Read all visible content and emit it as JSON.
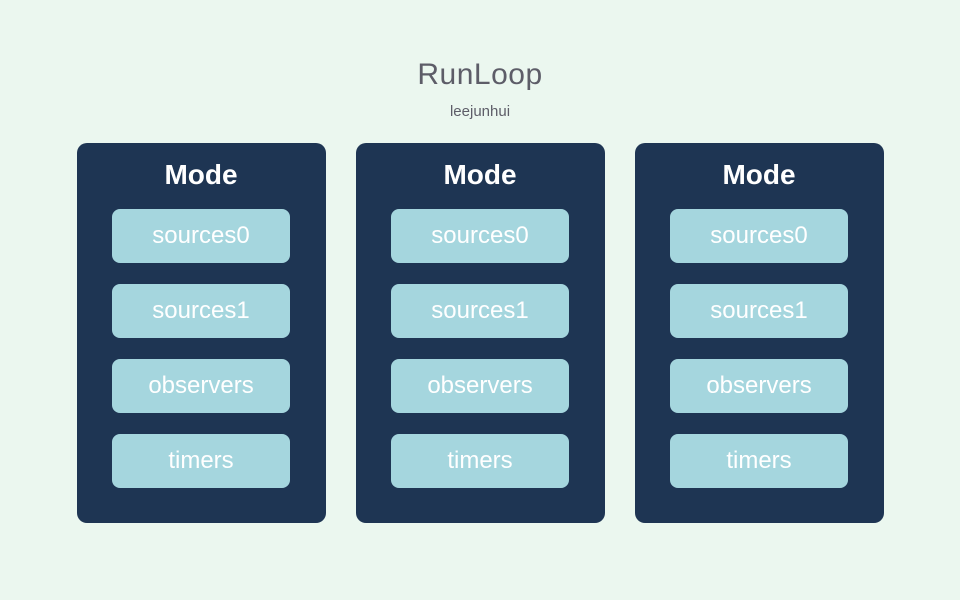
{
  "page": {
    "title": "RunLoop",
    "subtitle": "leejunhui",
    "background_color": "#ebf7ef"
  },
  "colors": {
    "card_background": "#1e3553",
    "item_background": "#a5d6de",
    "title_text": "#5d5d68",
    "card_title_text": "#ffffff",
    "item_text": "#ffffff"
  },
  "cards": [
    {
      "title": "Mode",
      "items": [
        "sources0",
        "sources1",
        "observers",
        "timers"
      ]
    },
    {
      "title": "Mode",
      "items": [
        "sources0",
        "sources1",
        "observers",
        "timers"
      ]
    },
    {
      "title": "Mode",
      "items": [
        "sources0",
        "sources1",
        "observers",
        "timers"
      ]
    }
  ]
}
